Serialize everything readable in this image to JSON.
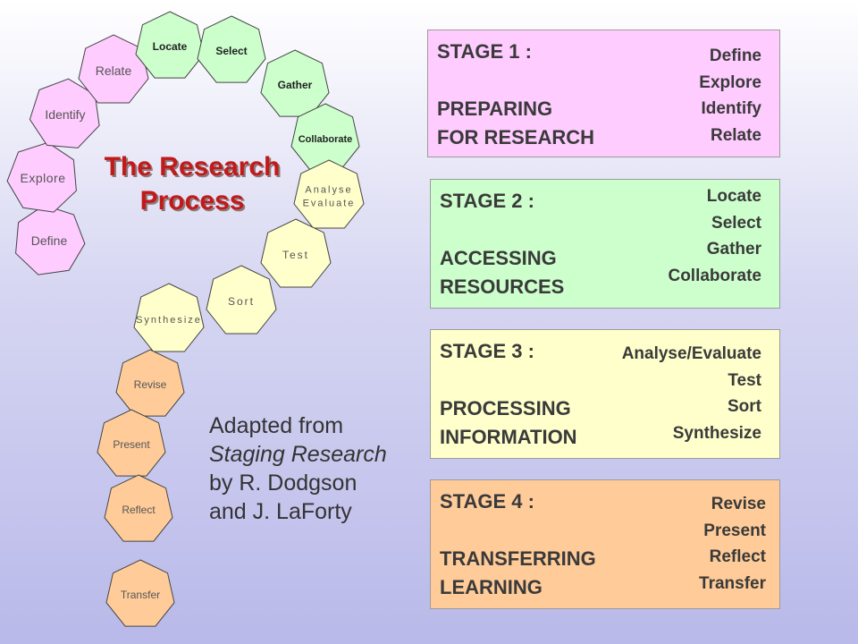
{
  "title": {
    "line1": "The Research",
    "line2": "Process"
  },
  "credit": {
    "line1": "Adapted from",
    "line2": "Staging Research",
    "line3": "by R. Dodgson",
    "line4": "and J. LaForty"
  },
  "colors": {
    "pink": "#ffccff",
    "green": "#ccffcc",
    "yellow": "#ffffcc",
    "orange": "#ffcc99",
    "title_red": "#c21a1a"
  },
  "steps": [
    {
      "label": "Define",
      "stage": 1
    },
    {
      "label": "Explore",
      "stage": 1
    },
    {
      "label": "Identify",
      "stage": 1
    },
    {
      "label": "Relate",
      "stage": 1
    },
    {
      "label": "Locate",
      "stage": 2
    },
    {
      "label": "Select",
      "stage": 2
    },
    {
      "label": "Gather",
      "stage": 2
    },
    {
      "label": "Collaborate",
      "stage": 2
    },
    {
      "label": "Analyse\nEvaluate",
      "stage": 3
    },
    {
      "label": "Test",
      "stage": 3
    },
    {
      "label": "Sort",
      "stage": 3
    },
    {
      "label": "Synthesize",
      "stage": 3
    },
    {
      "label": "Revise",
      "stage": 4
    },
    {
      "label": "Present",
      "stage": 4
    },
    {
      "label": "Reflect",
      "stage": 4
    },
    {
      "label": "Transfer",
      "stage": 4
    }
  ],
  "stages": [
    {
      "heading": "STAGE 1 :",
      "line1": "PREPARING",
      "line2": "FOR RESEARCH",
      "items": [
        "Define",
        "Explore",
        "Identify",
        "Relate"
      ]
    },
    {
      "heading": "STAGE 2 :",
      "line1": "ACCESSING",
      "line2": "RESOURCES",
      "items": [
        "Locate",
        "Select",
        "Gather",
        "Collaborate"
      ]
    },
    {
      "heading": "STAGE 3 :",
      "line1": "PROCESSING",
      "line2": "INFORMATION",
      "items": [
        "Analyse/Evaluate",
        "Test",
        "Sort",
        "Synthesize"
      ]
    },
    {
      "heading": "STAGE 4 :",
      "line1": "TRANSFERRING",
      "line2": "LEARNING",
      "items": [
        "Revise",
        "Present",
        "Reflect",
        "Transfer"
      ]
    }
  ]
}
